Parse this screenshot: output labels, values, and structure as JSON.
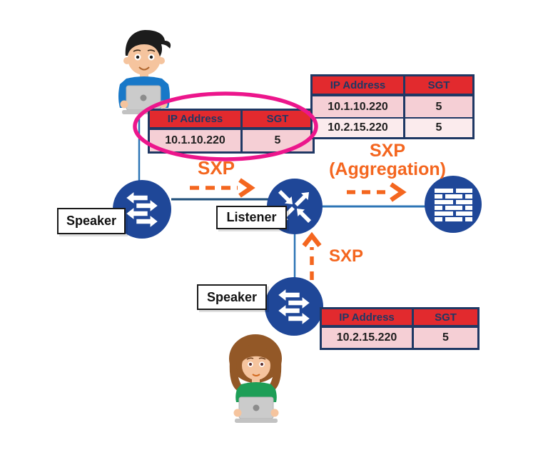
{
  "nodes": {
    "speaker1": {
      "label": "Speaker"
    },
    "listener": {
      "label": "Listener"
    },
    "speaker2": {
      "label": "Speaker"
    }
  },
  "annotations": {
    "sxp_left": "SXP",
    "sxp_aggregation_line1": "SXP",
    "sxp_aggregation_line2": "(Aggregation)",
    "sxp_bottom": "SXP"
  },
  "tables": {
    "circled": {
      "headers": [
        "IP Address",
        "SGT"
      ],
      "rows": [
        [
          "10.1.10.220",
          "5"
        ]
      ]
    },
    "aggregated": {
      "headers": [
        "IP Address",
        "SGT"
      ],
      "rows": [
        [
          "10.1.10.220",
          "5"
        ],
        [
          "10.2.15.220",
          "5"
        ]
      ]
    },
    "bottom": {
      "headers": [
        "IP Address",
        "SGT"
      ],
      "rows": [
        [
          "10.2.15.220",
          "5"
        ]
      ]
    }
  },
  "icons": {
    "speaker1": "switch-icon",
    "speaker2": "switch-icon",
    "listener": "router-icon",
    "firewall": "firewall-icon",
    "user_top": "man-with-laptop",
    "user_bottom": "woman-with-laptop",
    "highlight": "magenta-ellipse-highlight"
  },
  "colors": {
    "table_header_red": "#E22A2E",
    "table_border_navy": "#1F3864",
    "row_pink": "#F5CFD5",
    "row_pink_light": "#FBEBED",
    "sxp_orange": "#F4661F",
    "highlight_magenta": "#EC168C",
    "node_blue": "#1F4798",
    "link_blue": "#2E75B6"
  }
}
